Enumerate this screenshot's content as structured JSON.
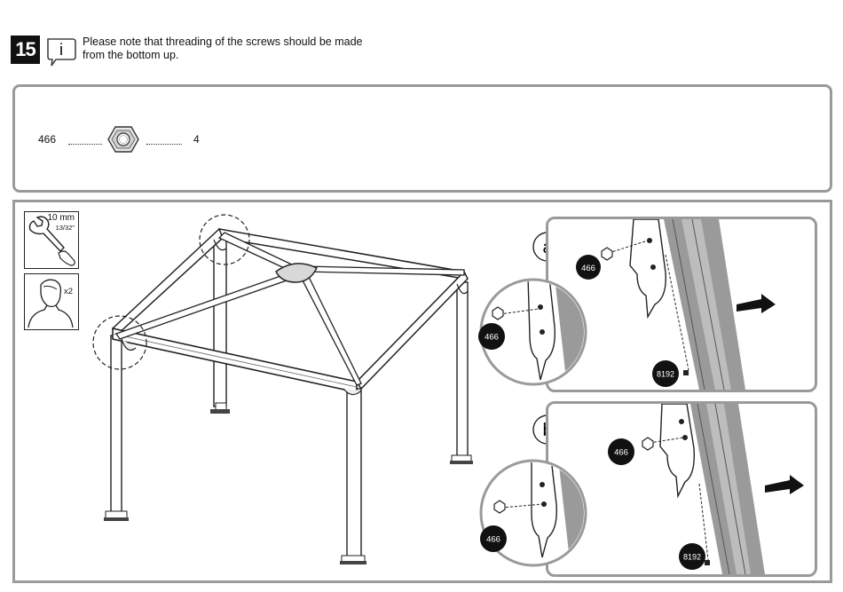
{
  "step": {
    "number": "15"
  },
  "info": {
    "icon": "info-icon",
    "text": "Please note that threading of the screws should be made\nfrom the bottom up."
  },
  "parts": [
    {
      "id": "466",
      "icon": "nut-icon",
      "quantity": "4"
    }
  ],
  "tools": {
    "wrench": {
      "icon": "wrench-icon",
      "size": "10 mm",
      "size_inch": "13/32\""
    },
    "persons": {
      "icon": "person-icon",
      "count": "x2"
    }
  },
  "details": {
    "a": {
      "letter": "a",
      "part_label": "466",
      "zoom_label": "466",
      "profile_label": "8192"
    },
    "b": {
      "letter": "b",
      "part_label": "466",
      "zoom_label": "466",
      "profile_label": "8192"
    }
  }
}
